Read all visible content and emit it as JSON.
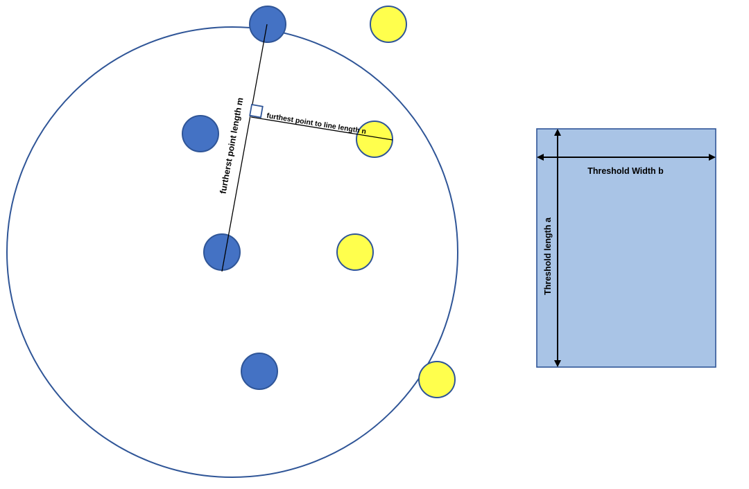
{
  "labels": {
    "m_line": "furtherst point length m",
    "n_line": "furthest point to line length n",
    "threshold_length": "Threshold length a",
    "threshold_width": "Threshold Width b"
  },
  "colors": {
    "blue_point": "#4472C4",
    "yellow_point": "#FFFF4D",
    "outline": "#2F5597",
    "circle_outline": "#2F5597",
    "rect_fill": "#A9C4E6",
    "line": "#000000"
  },
  "points": [
    {
      "color": "blue"
    },
    {
      "color": "blue"
    },
    {
      "color": "blue"
    },
    {
      "color": "blue"
    },
    {
      "color": "yellow"
    },
    {
      "color": "yellow"
    },
    {
      "color": "yellow"
    },
    {
      "color": "yellow"
    }
  ]
}
